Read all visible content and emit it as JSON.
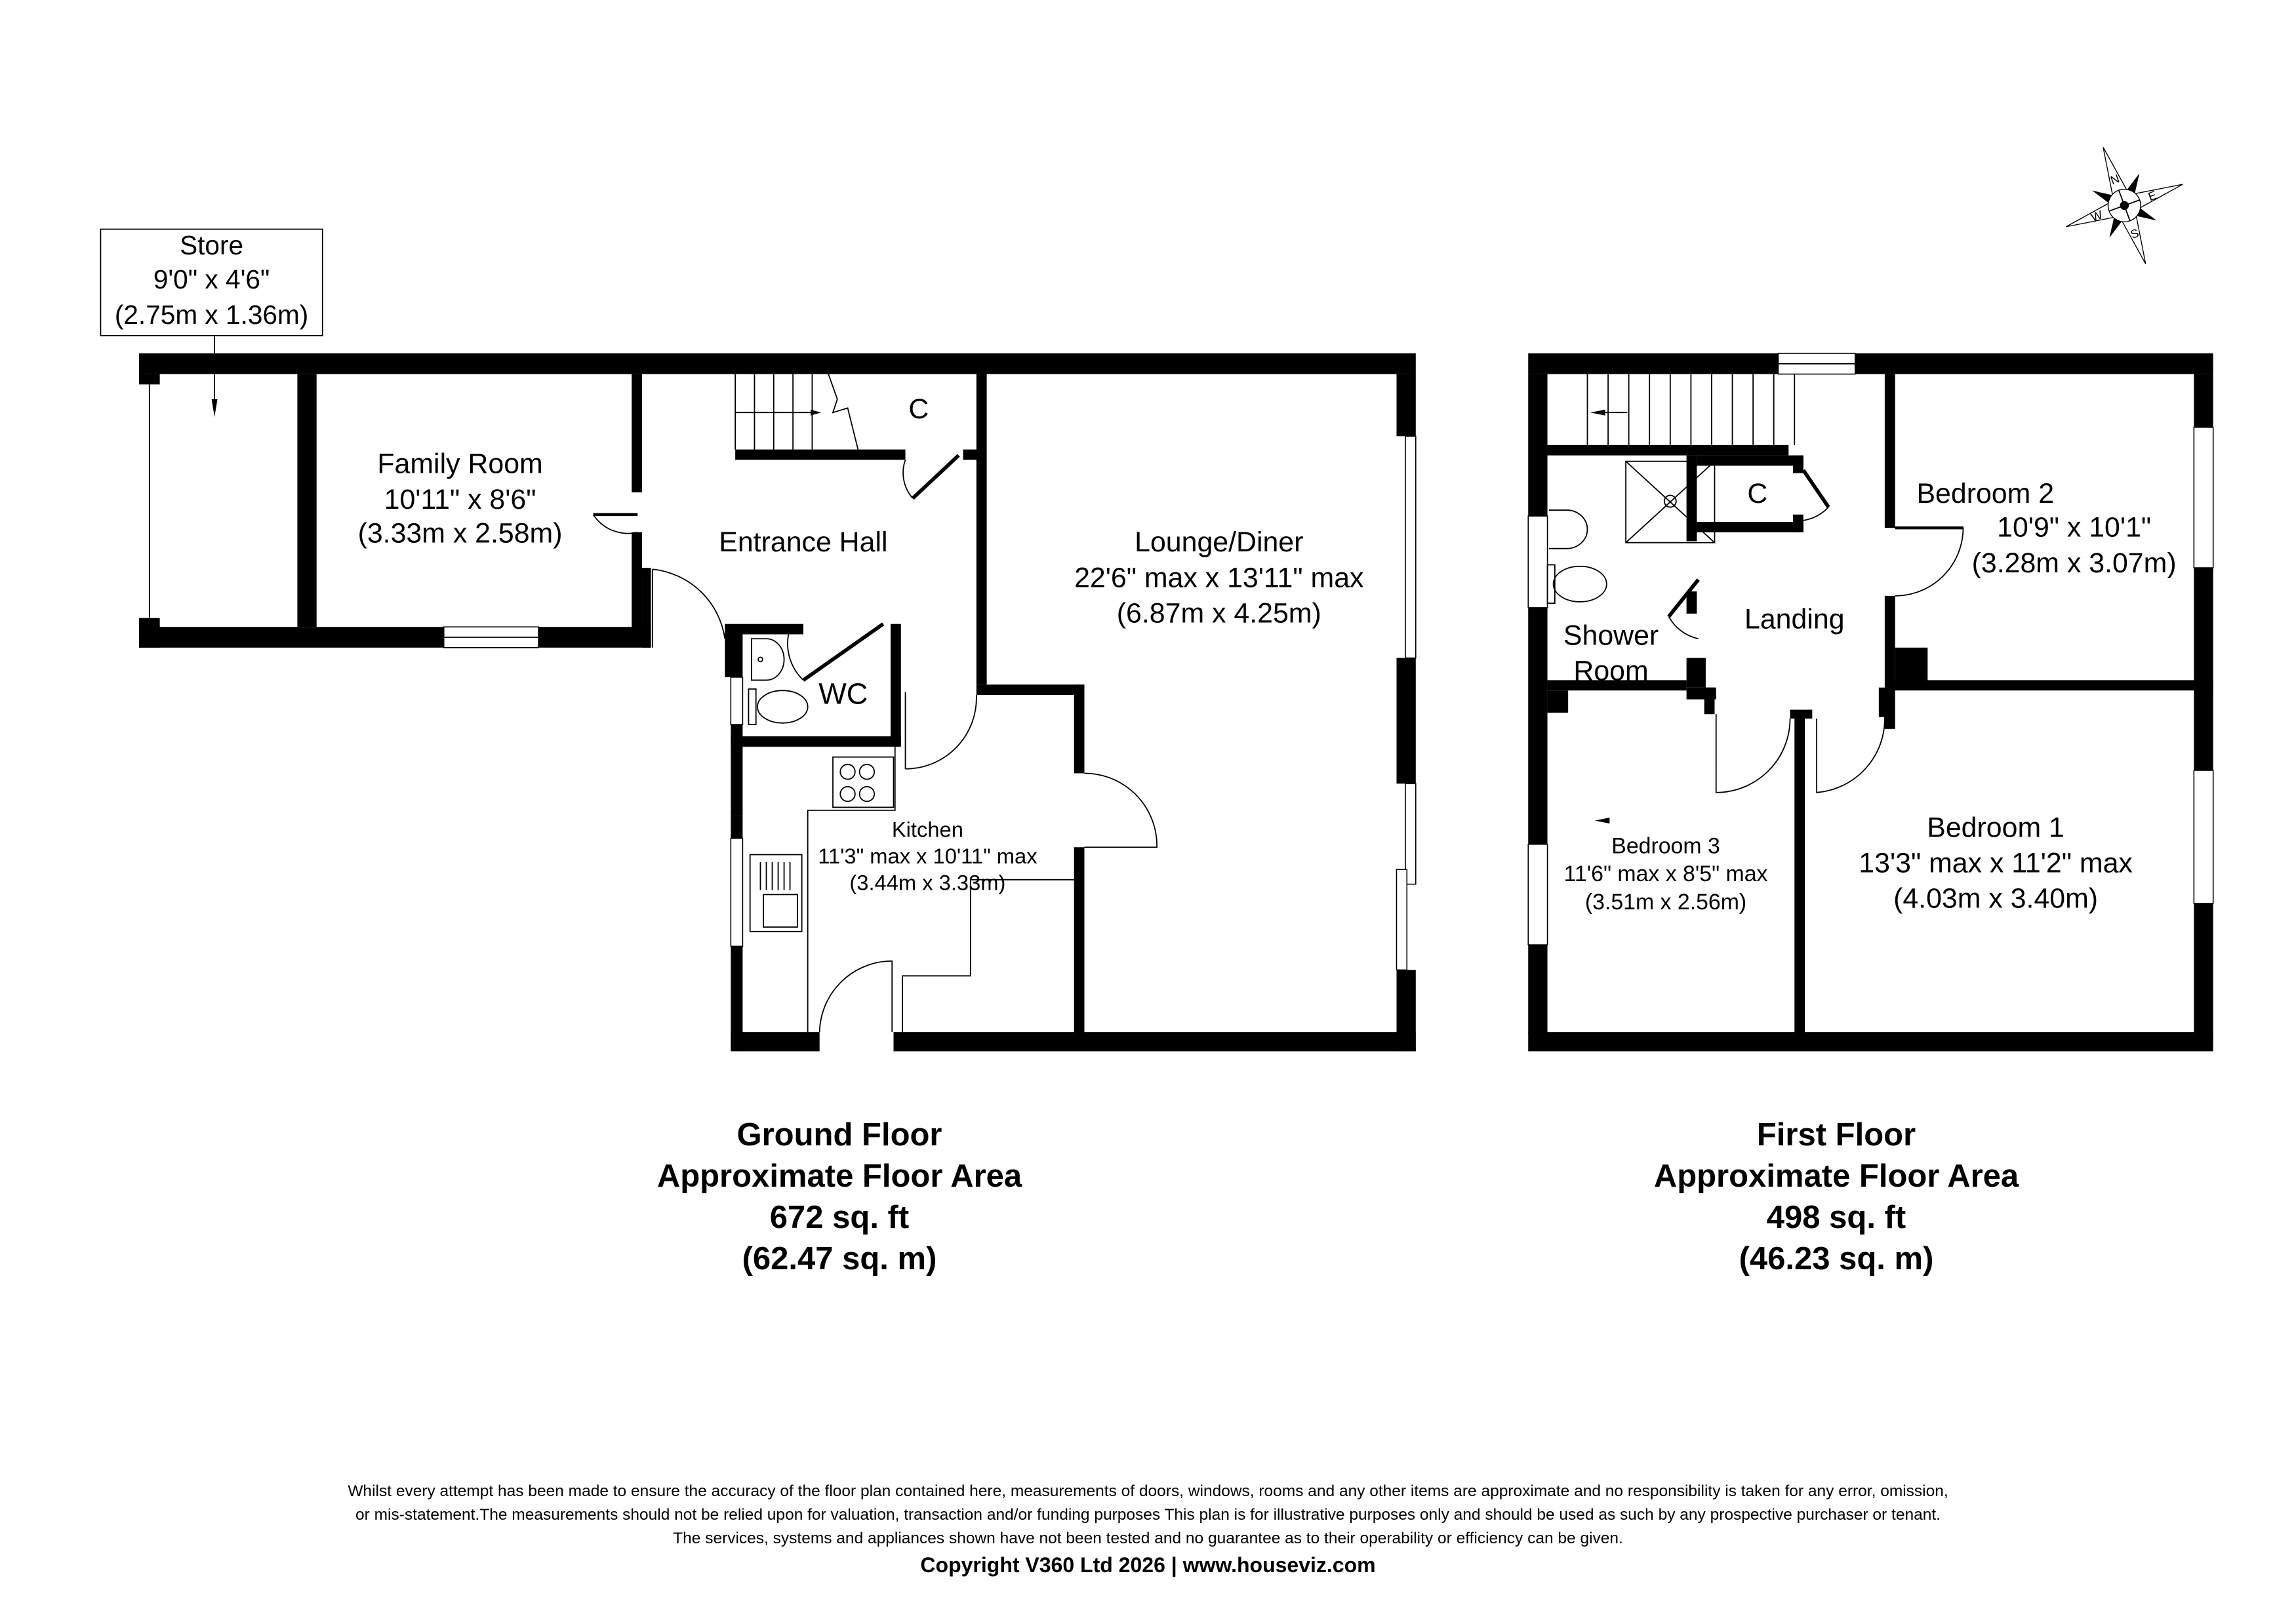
{
  "ground_floor": {
    "title": "Ground Floor",
    "area_label": "Approximate Floor Area",
    "area_sqft": "672 sq. ft",
    "area_sqm": "(62.47 sq. m)",
    "rooms": {
      "store": {
        "name": "Store",
        "imperial": "9'0\" x 4'6\"",
        "metric": "(2.75m x 1.36m)"
      },
      "family_room": {
        "name": "Family Room",
        "imperial": "10'11\" x 8'6\"",
        "metric": "(3.33m x 2.58m)"
      },
      "entrance_hall": {
        "name": "Entrance Hall"
      },
      "cupboard": {
        "name": "C"
      },
      "wc": {
        "name": "WC"
      },
      "lounge_diner": {
        "name": "Lounge/Diner",
        "imperial": "22'6\" max x 13'11\" max",
        "metric": "(6.87m x 4.25m)"
      },
      "kitchen": {
        "name": "Kitchen",
        "imperial": "11'3\" max x 10'11\" max",
        "metric": "(3.44m x 3.33m)"
      }
    }
  },
  "first_floor": {
    "title": "First Floor",
    "area_label": "Approximate Floor Area",
    "area_sqft": "498 sq. ft",
    "area_sqm": "(46.23 sq. m)",
    "rooms": {
      "cupboard": {
        "name": "C"
      },
      "shower_room": {
        "name": "Shower",
        "name2": "Room"
      },
      "landing": {
        "name": "Landing"
      },
      "bedroom2": {
        "name": "Bedroom 2",
        "imperial": "10'9\" x 10'1\"",
        "metric": "(3.28m x 3.07m)"
      },
      "bedroom3": {
        "name": "Bedroom 3",
        "imperial": "11'6\" max x 8'5\" max",
        "metric": "(3.51m x 2.56m)"
      },
      "bedroom1": {
        "name": "Bedroom 1",
        "imperial": "13'3\" max x 11'2\" max",
        "metric": "(4.03m x 3.40m)"
      }
    }
  },
  "compass": {
    "n": "N",
    "e": "E",
    "s": "S",
    "w": "W"
  },
  "disclaimer": {
    "line1": "Whilst every attempt has been made to ensure the accuracy of the floor plan contained here, measurements of doors, windows, rooms and any other items are approximate and no responsibility is taken for any error, omission,",
    "line2": "or mis-statement.The measurements should not be relied upon for valuation, transaction and/or funding purposes This plan is for illustrative purposes only and should be used as such by any prospective purchaser or tenant.",
    "line3": "The services, systems and appliances shown have not been tested and no guarantee as to their operability or efficiency can be given.",
    "copyright": "Copyright V360 Ltd 2026 | www.houseviz.com"
  }
}
